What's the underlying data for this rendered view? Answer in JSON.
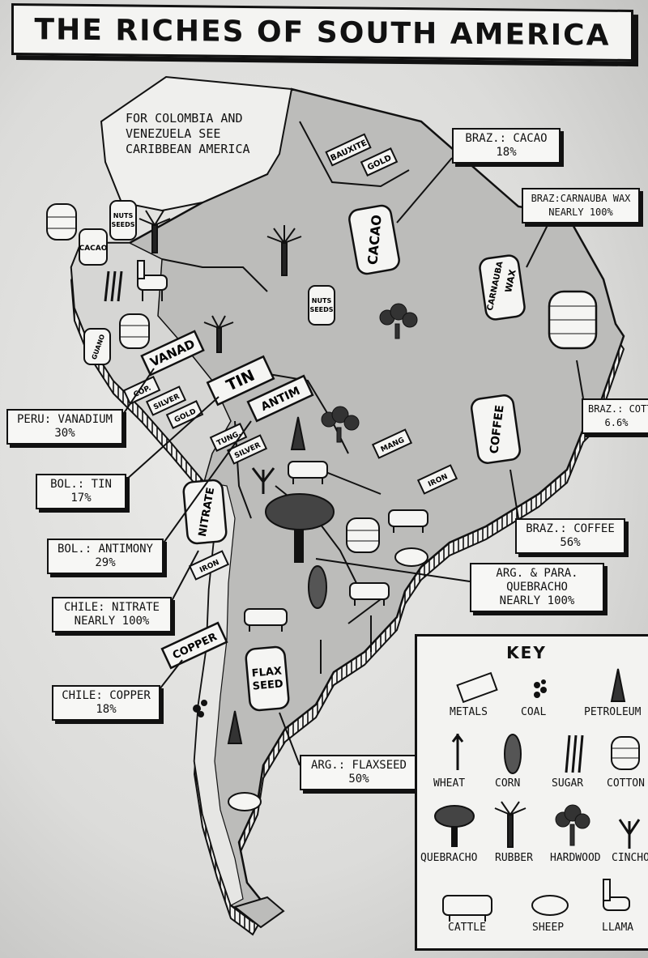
{
  "title": "THE RICHES OF SOUTH AMERICA",
  "note": [
    "FOR COLOMBIA AND",
    "VENEZUELA SEE",
    "CARIBBEAN AMERICA"
  ],
  "callouts": [
    {
      "id": "braz-cacao",
      "lines": [
        "BRAZ.: CACAO",
        "18%"
      ]
    },
    {
      "id": "braz-carnauba",
      "lines": [
        "BRAZ:CARNAUBA WAX",
        "NEARLY 100%"
      ]
    },
    {
      "id": "braz-cotton",
      "lines": [
        "BRAZ.: COTTON",
        "6.6%"
      ]
    },
    {
      "id": "braz-coffee",
      "lines": [
        "BRAZ.: COFFEE",
        "56%"
      ]
    },
    {
      "id": "arg-para-quebracho",
      "lines": [
        "ARG. & PARA.",
        "QUEBRACHO",
        "NEARLY 100%"
      ]
    },
    {
      "id": "arg-flaxseed",
      "lines": [
        "ARG.: FLAXSEED",
        "50%"
      ]
    },
    {
      "id": "peru-vanadium",
      "lines": [
        "PERU: VANADIUM",
        "30%"
      ]
    },
    {
      "id": "bol-tin",
      "lines": [
        "BOL.: TIN",
        "17%"
      ]
    },
    {
      "id": "bol-antimony",
      "lines": [
        "BOL.: ANTIMONY",
        "29%"
      ]
    },
    {
      "id": "chile-nitrate",
      "lines": [
        "CHILE: NITRATE",
        "NEARLY 100%"
      ]
    },
    {
      "id": "chile-copper",
      "lines": [
        "CHILE: COPPER",
        "18%"
      ]
    }
  ],
  "map_tags": {
    "bauxite": "BAUXITE",
    "gold_north": "GOLD",
    "cacao_bag": "CACAO",
    "carnauba_bag": [
      "CARNAUBA",
      "WAX"
    ],
    "coffee_bag": "COFFEE",
    "nitrate_bag": "NITRATE",
    "flax_bag": [
      "FLAX",
      "SEED"
    ],
    "vanad": "VANAD",
    "tin": "TIN",
    "antim": "ANTIM",
    "cop": "COP.",
    "silver_peru": "SILVER",
    "gold_peru": "GOLD",
    "tung": "TUNG.",
    "silver_bol": "SILVER",
    "mang": "MANG",
    "iron_brazil": "IRON",
    "iron_chile": "IRON",
    "copper": "COPPER",
    "nuts_seeds_ec": [
      "NUTS",
      "SEEDS"
    ],
    "nuts_seeds_br": [
      "NUTS",
      "SEEDS"
    ],
    "cacao_ec": "CACAO",
    "guano": "GUANO"
  },
  "key": {
    "title": "KEY",
    "items": [
      "METALS",
      "COAL",
      "PETROLEUM",
      "WHEAT",
      "CORN",
      "SUGAR",
      "COTTON",
      "QUEBRACHO",
      "RUBBER",
      "HARDWOOD",
      "CINCHONA",
      "CATTLE",
      "SHEEP",
      "LLAMA"
    ]
  }
}
